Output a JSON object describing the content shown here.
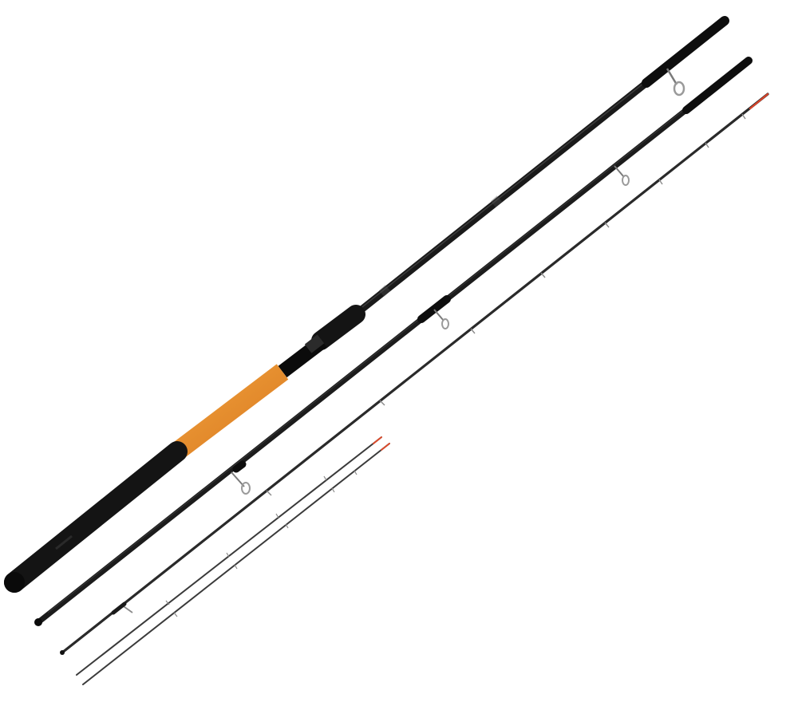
{
  "image": {
    "subject": "feeder-fishing-rod-set",
    "background_color": "#ffffff"
  },
  "rod": {
    "sections": [
      {
        "id": "butt",
        "color": "#1a1a1a"
      },
      {
        "id": "middle",
        "color": "#1c1c1c"
      },
      {
        "id": "top",
        "color": "#2a2a2a"
      }
    ],
    "quiver_tips": [
      {
        "id": "tip-1",
        "color": "#3a3a3a",
        "tip_color": "#e04a2a"
      },
      {
        "id": "tip-2",
        "color": "#3a3a3a",
        "tip_color": "#e04a2a"
      },
      {
        "id": "tip-3",
        "color": "#3a3a3a",
        "tip_color": "#e04a2a"
      }
    ],
    "handle": {
      "cork_color": "#e8912e",
      "eva_color": "#141414",
      "reel_seat_color": "#0d0d0d"
    },
    "guide_color": "#8a8a8a"
  }
}
